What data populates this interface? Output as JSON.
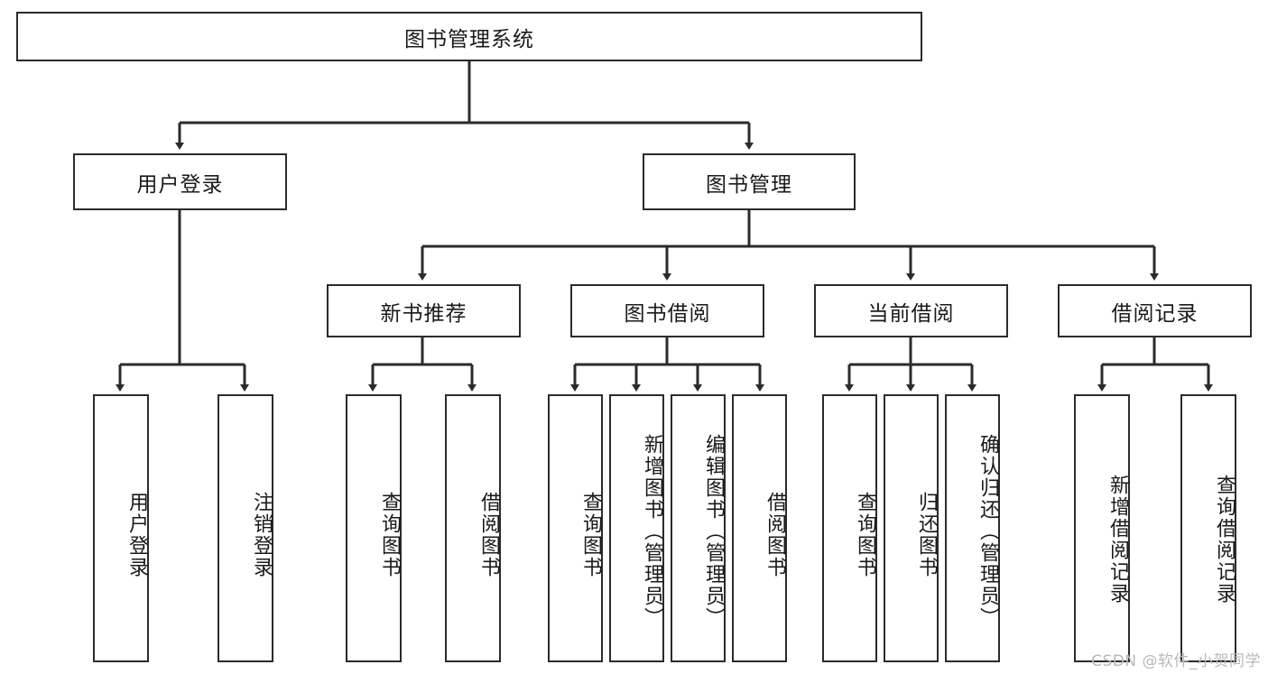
{
  "diagram": {
    "type": "tree",
    "title_node": "图书管理系统",
    "watermark": "CSDN @软件_小贺同学",
    "colors": {
      "box_border": "#2b2b2b",
      "box_fill": "#ffffff",
      "edge": "#2b2b2b",
      "text": "#1a1a1a",
      "watermark": "#b9b9b9"
    }
  },
  "nodes": {
    "root": {
      "label": "图书管理系统"
    },
    "level2": [
      {
        "id": "user-login",
        "label": "用户登录"
      },
      {
        "id": "book-management",
        "label": "图书管理"
      }
    ],
    "level3": [
      {
        "id": "new-book-recommend",
        "label": "新书推荐"
      },
      {
        "id": "book-borrow",
        "label": "图书借阅"
      },
      {
        "id": "current-borrow",
        "label": "当前借阅"
      },
      {
        "id": "borrow-record",
        "label": "借阅记录"
      }
    ],
    "leaves": {
      "user_login": [
        {
          "id": "leaf-user-login",
          "label": "用户登录"
        },
        {
          "id": "leaf-logout-login",
          "label": "注销登录"
        }
      ],
      "new_book_recommend": [
        {
          "id": "leaf-query-book-1",
          "label": "查询图书"
        },
        {
          "id": "leaf-borrow-book-1",
          "label": "借阅图书"
        }
      ],
      "book_borrow": [
        {
          "id": "leaf-query-book-2",
          "label": "查询图书"
        },
        {
          "id": "leaf-add-book",
          "label": "新增图书（管理员）"
        },
        {
          "id": "leaf-edit-book",
          "label": "编辑图书（管理员）"
        },
        {
          "id": "leaf-borrow-book-2",
          "label": "借阅图书"
        }
      ],
      "current_borrow": [
        {
          "id": "leaf-query-book-3",
          "label": "查询图书"
        },
        {
          "id": "leaf-return-book",
          "label": "归还图书"
        },
        {
          "id": "leaf-confirm-return",
          "label": "确认归还（管理员）"
        }
      ],
      "borrow_record": [
        {
          "id": "leaf-add-record",
          "label": "新增借阅记录"
        },
        {
          "id": "leaf-query-record",
          "label": "查询借阅记录"
        }
      ]
    }
  }
}
